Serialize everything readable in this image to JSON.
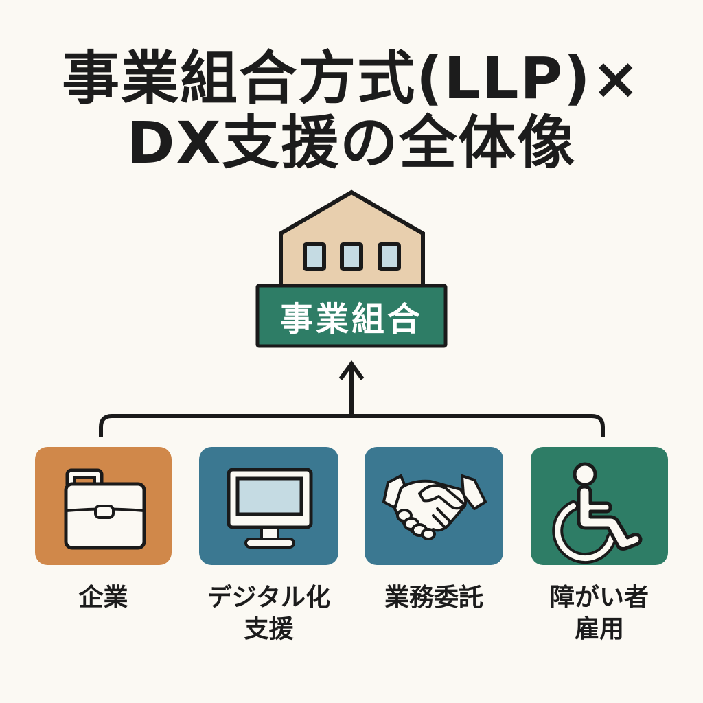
{
  "title": {
    "line1": "事業組合方式(LLP)×",
    "line2": "DX支援の全体像"
  },
  "hub": {
    "label": "事業組合",
    "icon": "building-icon",
    "colors": {
      "roof_wall": "#e8cfae",
      "sign": "#2e7d66",
      "window": "#c5dbe3"
    }
  },
  "members": [
    {
      "label_line1": "企業",
      "label_line2": "",
      "icon": "briefcase-icon",
      "color": "#d0884a"
    },
    {
      "label_line1": "デジタル化",
      "label_line2": "支援",
      "icon": "monitor-icon",
      "color": "#3b7891"
    },
    {
      "label_line1": "業務委託",
      "label_line2": "",
      "icon": "handshake-icon",
      "color": "#3b7891"
    },
    {
      "label_line1": "障がい者",
      "label_line2": "雇用",
      "icon": "wheelchair-icon",
      "color": "#2e7d66"
    }
  ]
}
